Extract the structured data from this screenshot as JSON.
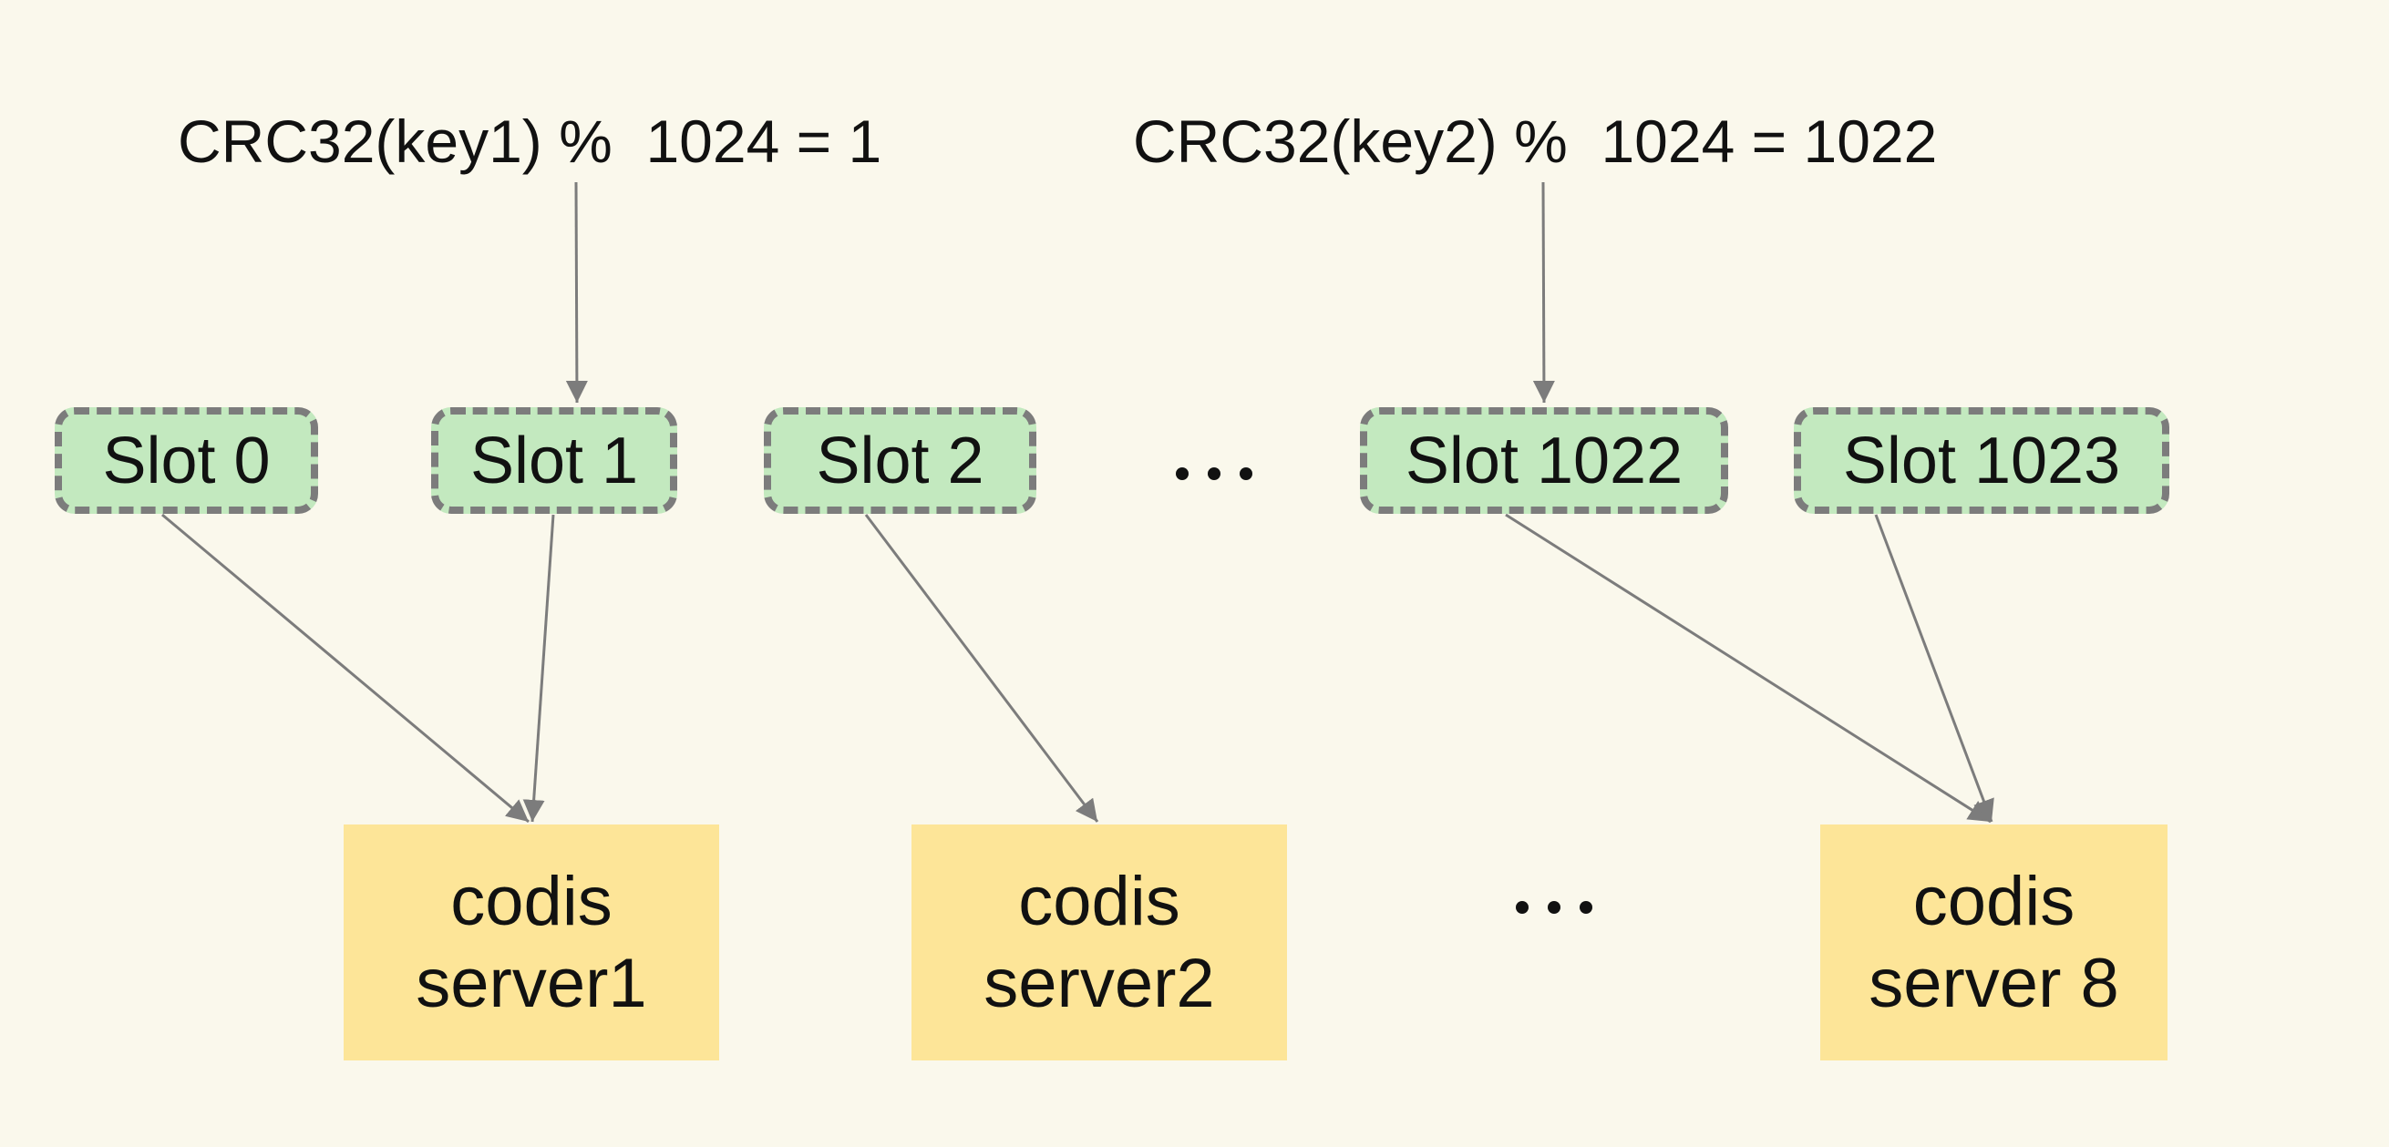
{
  "formulas": {
    "key1": "CRC32(key1) %  1024 = 1",
    "key2": "CRC32(key2) %  1024 = 1022"
  },
  "slots": [
    "Slot 0",
    "Slot 1",
    "Slot 2",
    "Slot 1022",
    "Slot 1023"
  ],
  "servers": [
    {
      "line1": "codis",
      "line2": "server1"
    },
    {
      "line1": "codis",
      "line2": "server2"
    },
    {
      "line1": "codis",
      "line2": "server 8"
    }
  ],
  "colors": {
    "background": "#faf8ec",
    "slot_fill": "#c3e9bf",
    "slot_border": "#7c7c7c",
    "server_fill": "#fde598",
    "edge": "#7c7c7c",
    "text": "#111111"
  }
}
